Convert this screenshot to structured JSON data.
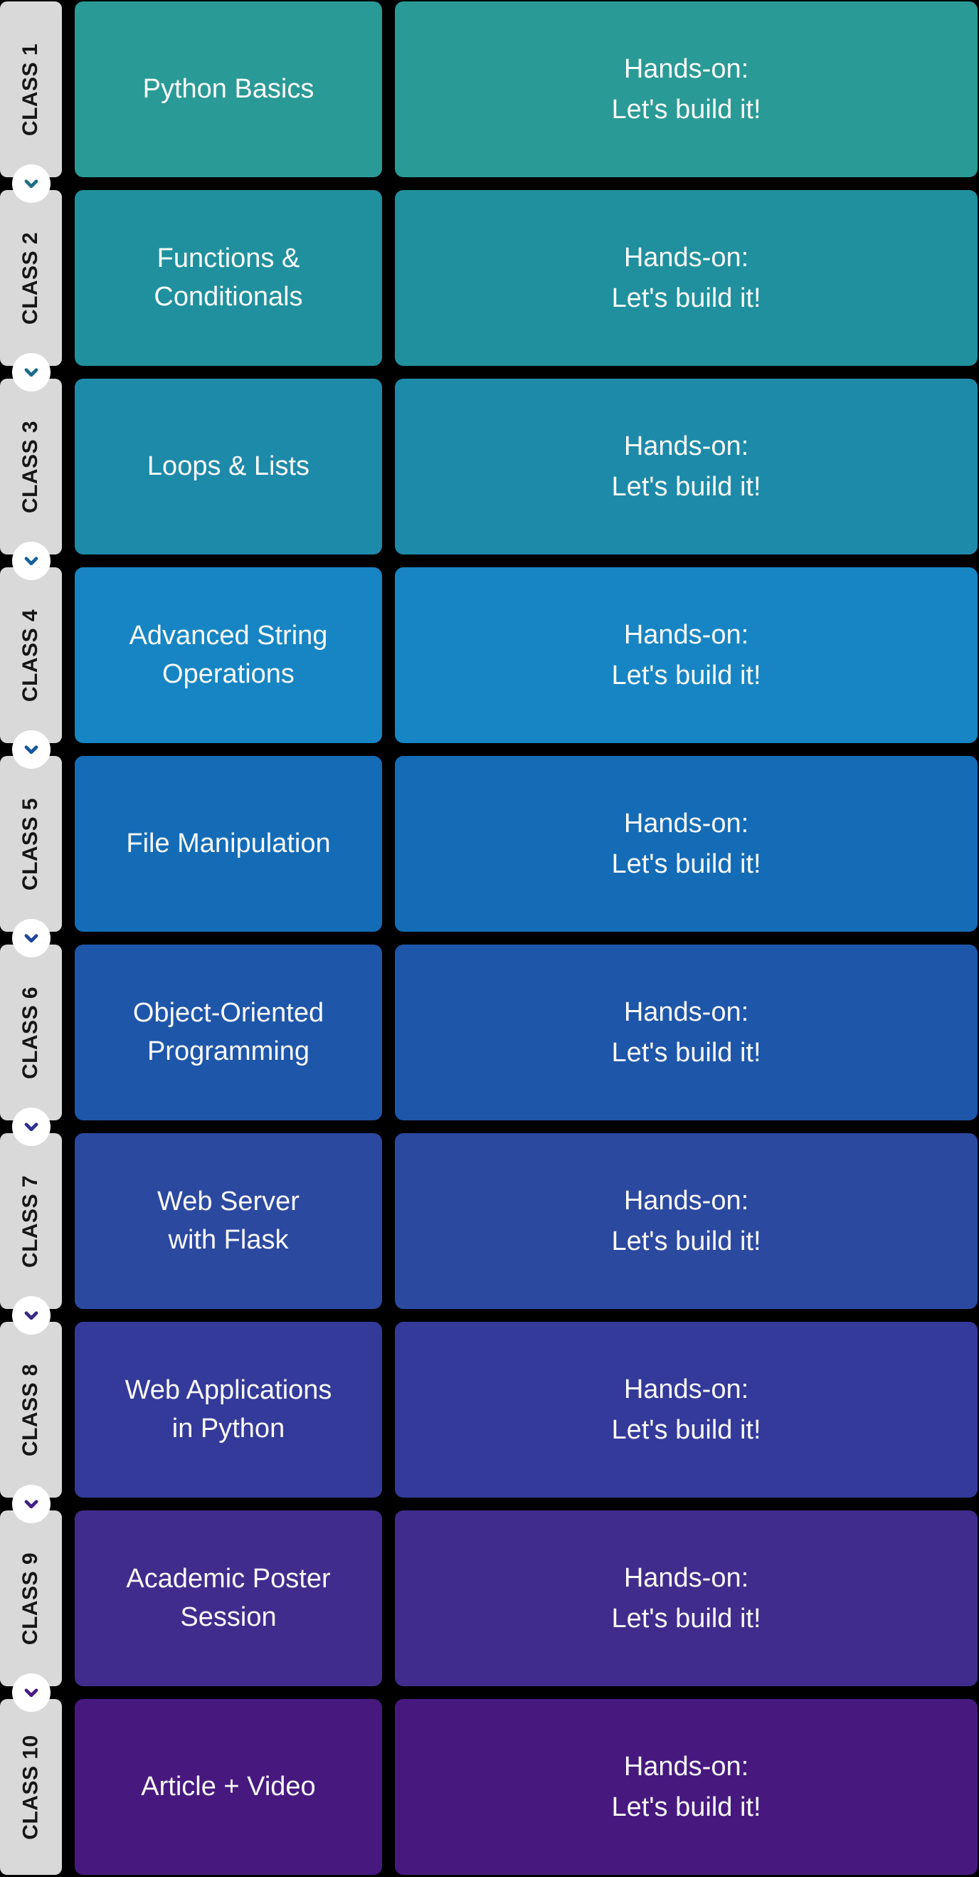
{
  "board": {
    "background": "#000000",
    "sidebar_bg": "#d9d9d9",
    "sidebar_text_color": "#161616",
    "card_text_color": "#fafafa",
    "connector_circle_bg": "#ffffff"
  },
  "rows": [
    {
      "class_label": "CLASS 1",
      "topic_lines": [
        "Python Basics"
      ],
      "hands_on_lines": [
        "Hands-on:",
        "Let's build it!"
      ],
      "color": "#2a9a96",
      "connector_color": "#1d6e85"
    },
    {
      "class_label": "CLASS 2",
      "topic_lines": [
        "Functions &",
        "Conditionals"
      ],
      "hands_on_lines": [
        "Hands-on:",
        "Let's build it!"
      ],
      "color": "#20909e",
      "connector_color": "#19698f"
    },
    {
      "class_label": "CLASS 3",
      "topic_lines": [
        "Loops & Lists"
      ],
      "hands_on_lines": [
        "Hands-on:",
        "Let's build it!"
      ],
      "color": "#1e8aa9",
      "connector_color": "#15629c"
    },
    {
      "class_label": "CLASS 4",
      "topic_lines": [
        "Advanced String",
        "Operations"
      ],
      "hands_on_lines": [
        "Hands-on:",
        "Let's build it!"
      ],
      "color": "#1785c3",
      "connector_color": "#1355a0"
    },
    {
      "class_label": "CLASS 5",
      "topic_lines": [
        "File Manipulation"
      ],
      "hands_on_lines": [
        "Hands-on:",
        "Let's build it!"
      ],
      "color": "#146cb7",
      "connector_color": "#1f4499"
    },
    {
      "class_label": "CLASS 6",
      "topic_lines": [
        "Object-Oriented",
        "Programming"
      ],
      "hands_on_lines": [
        "Hands-on:",
        "Let's build it!"
      ],
      "color": "#1e56a9",
      "connector_color": "#2e2d92"
    },
    {
      "class_label": "CLASS 7",
      "topic_lines": [
        "Web Server",
        "with Flask"
      ],
      "hands_on_lines": [
        "Hands-on:",
        "Let's build it!"
      ],
      "color": "#2c49a0",
      "connector_color": "#382688"
    },
    {
      "class_label": "CLASS 8",
      "topic_lines": [
        "Web Applications",
        "in Python"
      ],
      "hands_on_lines": [
        "Hands-on:",
        "Let's build it!"
      ],
      "color": "#343a9a",
      "connector_color": "#411f85"
    },
    {
      "class_label": "CLASS 9",
      "topic_lines": [
        "Academic Poster",
        "Session"
      ],
      "hands_on_lines": [
        "Hands-on:",
        "Let's build it!"
      ],
      "color": "#402c8c",
      "connector_color": "#4a1a84"
    },
    {
      "class_label": "CLASS 10",
      "topic_lines": [
        "Article + Video"
      ],
      "hands_on_lines": [
        "Hands-on:",
        "Let's build it!"
      ],
      "color": "#47197f",
      "connector_color": null
    }
  ]
}
